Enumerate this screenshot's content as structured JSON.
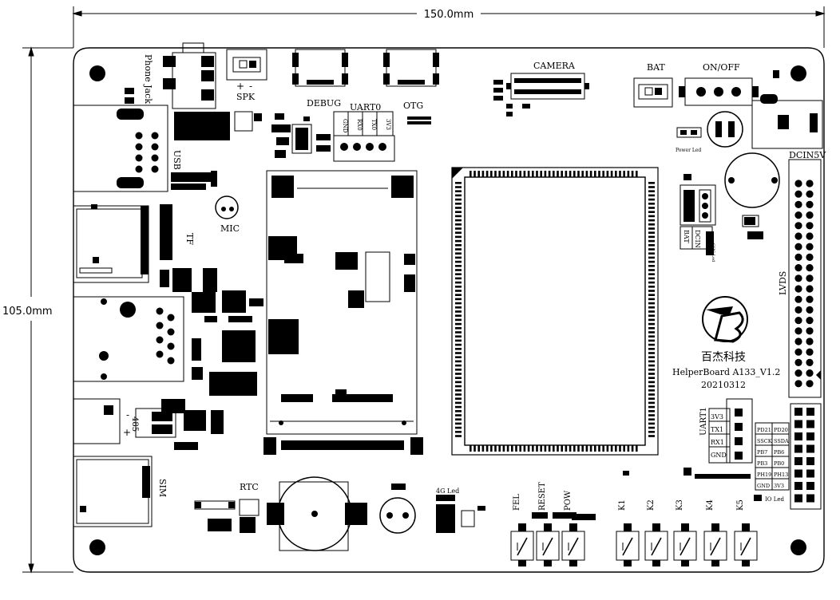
{
  "dimensions": {
    "width": "150.0mm",
    "height": "105.0mm"
  },
  "connectors": {
    "phone_jack": "Phone Jack",
    "spk": "SPK",
    "spk_plus": "+",
    "spk_minus": "-",
    "debug": "DEBUG",
    "otg": "OTG",
    "uart0": "UART0",
    "uart0_pins": [
      "GND",
      "RX0",
      "TX0",
      "3V3"
    ],
    "camera": "CAMERA",
    "bat": "BAT",
    "on_off": "ON/OFF",
    "power_led": "Power Led",
    "dcin5v": "DCIN5V",
    "usb": "USB",
    "mic": "MIC",
    "tf": "TF",
    "lvds": "LVDS",
    "bat_sel": "BAT",
    "dcin_sel": "DCIN",
    "chg_led": "CHG Led",
    "rs485": "485",
    "rs485_minus": "-",
    "rs485_plus": "+",
    "sim": "SIM",
    "rtc": "RTC",
    "led_4g": "4G Led",
    "io_led": "IO Led"
  },
  "uart1": {
    "title": "UART1",
    "pins": [
      "3V3",
      "TX1",
      "RX1",
      "GND"
    ]
  },
  "gpio_header": {
    "left": [
      "PD21",
      "SSCK",
      "PB7",
      "PB3",
      "PH19",
      "GND"
    ],
    "right": [
      "PD20",
      "SSDA",
      "PB6",
      "PB0",
      "PH13",
      "3V3"
    ]
  },
  "buttons": [
    "FEL",
    "RESET",
    "POW",
    "K1",
    "K2",
    "K3",
    "K4",
    "K5"
  ],
  "branding": {
    "company_cn": "百杰科技",
    "board_name": "HelperBoard A133_V1.2",
    "date": "20210312"
  }
}
